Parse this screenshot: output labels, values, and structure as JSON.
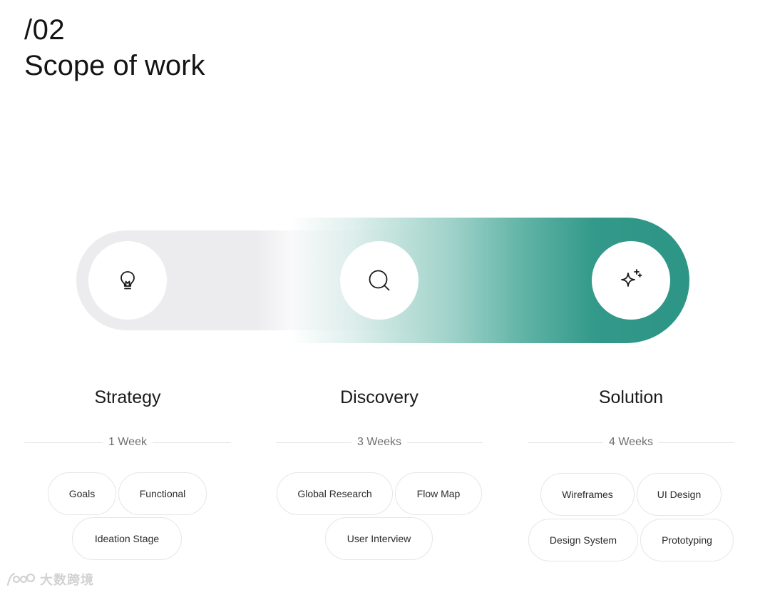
{
  "header": {
    "number": "/02",
    "title": "Scope of work"
  },
  "colors": {
    "accent": "#2d9585",
    "track": "#ececef",
    "chip_border": "#e6e6e6"
  },
  "stages": [
    {
      "name": "Strategy",
      "duration": "1 Week",
      "icon": "lightbulb-icon",
      "tags": [
        "Goals",
        "Functional",
        "Ideation Stage"
      ]
    },
    {
      "name": "Discovery",
      "duration": "3 Weeks",
      "icon": "search-icon",
      "tags": [
        "Global Research",
        "Flow Map",
        "User Interview"
      ]
    },
    {
      "name": "Solution",
      "duration": "4 Weeks",
      "icon": "sparkle-icon",
      "tags": [
        "Wireframes",
        "UI Design",
        "Design System",
        "Prototyping"
      ]
    }
  ],
  "watermark": {
    "text": "大数跨境",
    "logo": "ebs-logo"
  }
}
